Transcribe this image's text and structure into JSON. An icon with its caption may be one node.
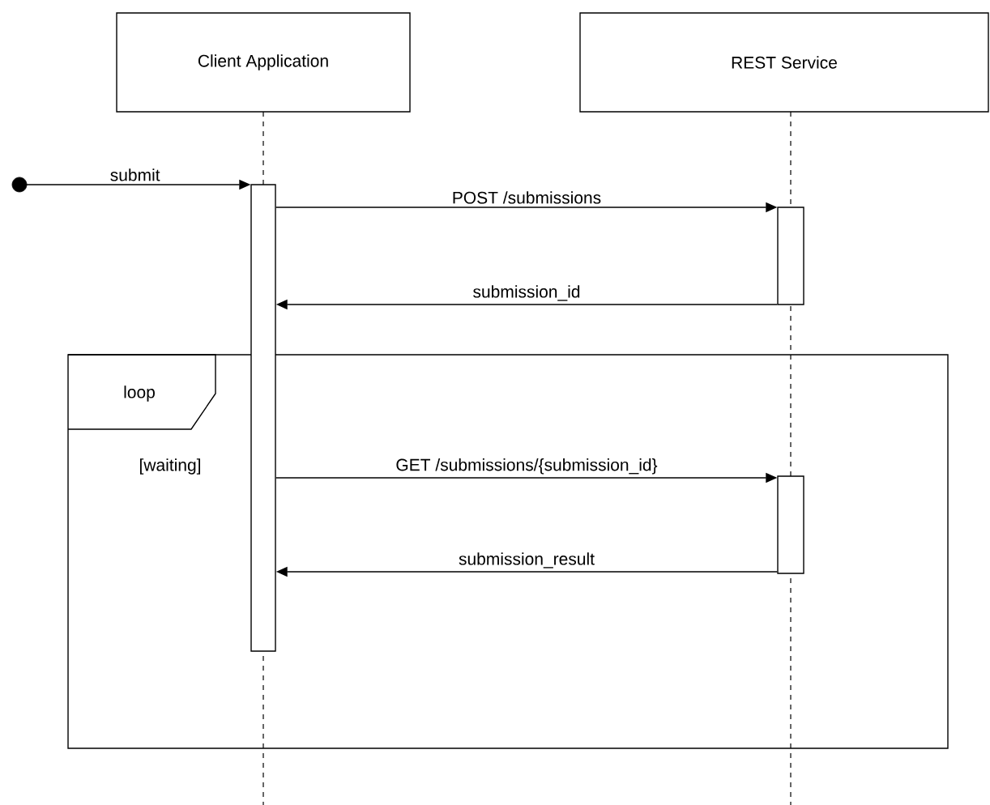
{
  "diagram": {
    "nodes": [
      {
        "text": [
          "Client Application"
        ]
      },
      {
        "text": [
          "REST Service"
        ]
      },
      {
        "text": [],
        "shape": "circle"
      },
      {
        "text": [],
        "shape": "bar"
      },
      {
        "text": [],
        "shape": "bar"
      },
      {
        "text": [
          "loop",
          "[waiting]"
        ]
      },
      {
        "text": [],
        "shape": "bar",
        "in": 5
      }
    ],
    "edges": [
      {
        "from": 2,
        "to": 3,
        "arrow": "to",
        "label": "submit"
      },
      {
        "from": 3,
        "to": 4,
        "arrow": "to",
        "label": "POST /submissions"
      },
      {
        "from": 4,
        "to": 3,
        "arrow": "to",
        "label": "submission_id"
      },
      {
        "from": 3,
        "to": 6,
        "arrow": "to",
        "label": "GET /submissions/{submission_id}"
      },
      {
        "from": 6,
        "to": 3,
        "arrow": "to",
        "label": "submission_result"
      }
    ]
  }
}
